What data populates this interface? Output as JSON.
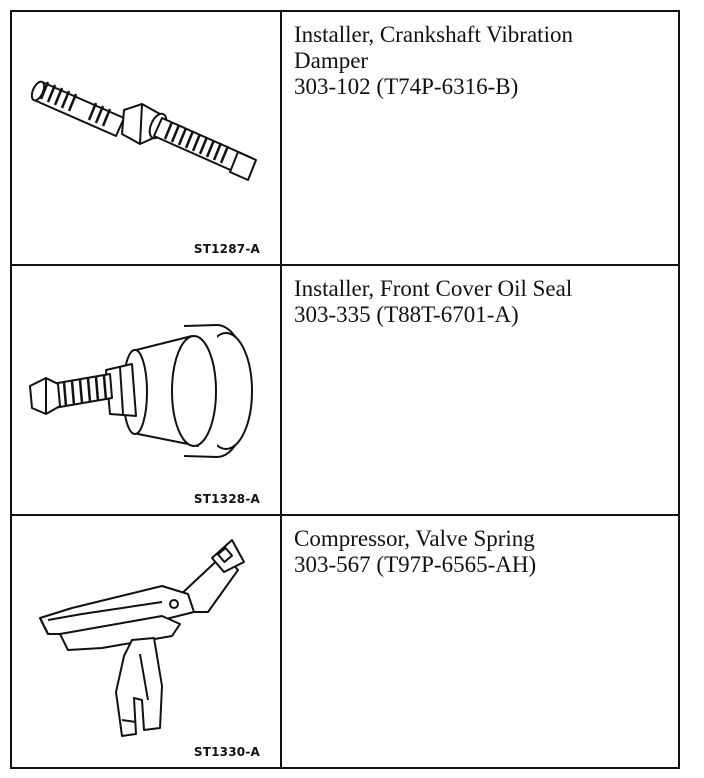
{
  "tools": [
    {
      "code": "ST1287-A",
      "name_line1": "Installer, Crankshaft Vibration",
      "name_line2": "Damper",
      "number": "303-102 (T74P-6316-B)",
      "icon": "damper-installer-icon"
    },
    {
      "code": "ST1328-A",
      "name_line1": "Installer, Front Cover Oil Seal",
      "number": "303-335 (T88T-6701-A)",
      "icon": "oil-seal-installer-icon"
    },
    {
      "code": "ST1330-A",
      "name_line1": "Compressor, Valve Spring",
      "number": "303-567 (T97P-6565-AH)",
      "icon": "valve-spring-compressor-icon"
    }
  ]
}
